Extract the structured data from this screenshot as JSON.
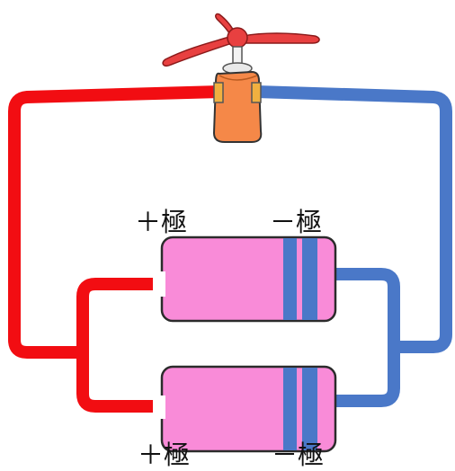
{
  "labels": {
    "top_plus": "＋極",
    "top_minus": "－極",
    "bottom_plus": "＋極",
    "bottom_minus": "－極"
  },
  "colors": {
    "positive_wire": "#f20d12",
    "negative_wire": "#4a78c8",
    "battery_body": "#f98bd8",
    "battery_outline": "#2b2b2b",
    "battery_terminal": "#4a78c8",
    "motor_body": "#f58848",
    "propeller": "#e84040"
  },
  "icons": {
    "motor": "motor-with-propeller-icon",
    "battery": "battery-cell-icon"
  }
}
